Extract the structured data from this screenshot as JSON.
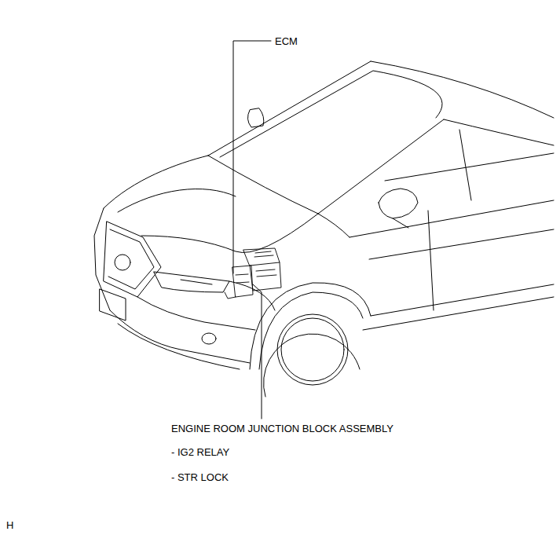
{
  "diagram": {
    "labels": [
      "ECM",
      "ENGINE ROOM JUNCTION BLOCK ASSEMBLY",
      "- IG2 RELAY",
      "- STR LOCK",
      "H"
    ]
  }
}
